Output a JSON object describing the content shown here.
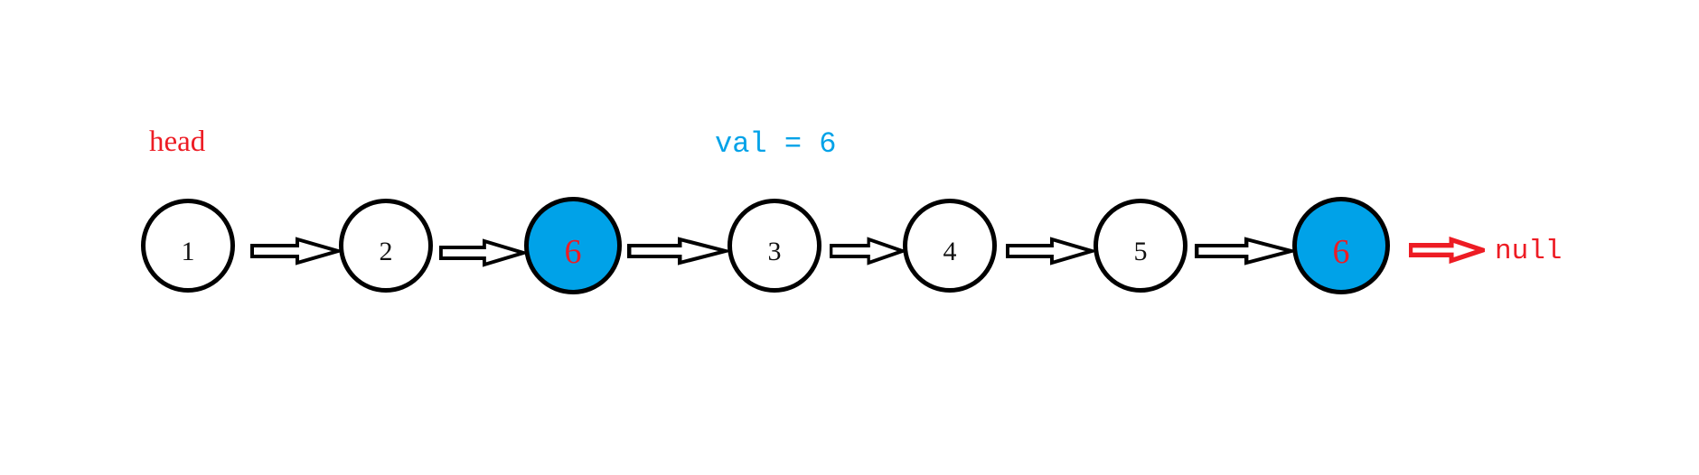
{
  "diagram": {
    "title_semantics": "singly linked list with nodes to remove highlighted",
    "sequence": [
      "1",
      "2",
      "6",
      "3",
      "4",
      "5",
      "6"
    ],
    "terminator": "null",
    "highlighted_value": "6"
  },
  "labels": {
    "head": {
      "text": "head"
    },
    "val": {
      "text": "val = 6"
    },
    "null": {
      "text": "null"
    }
  },
  "nodes": [
    {
      "value": "1",
      "highlighted": false
    },
    {
      "value": "2",
      "highlighted": false
    },
    {
      "value": "6",
      "highlighted": true
    },
    {
      "value": "3",
      "highlighted": false
    },
    {
      "value": "4",
      "highlighted": false
    },
    {
      "value": "5",
      "highlighted": false
    },
    {
      "value": "6",
      "highlighted": true
    }
  ],
  "colors": {
    "accent_red": "#ed1c24",
    "accent_blue": "#00a2e8",
    "stroke": "#000000"
  }
}
